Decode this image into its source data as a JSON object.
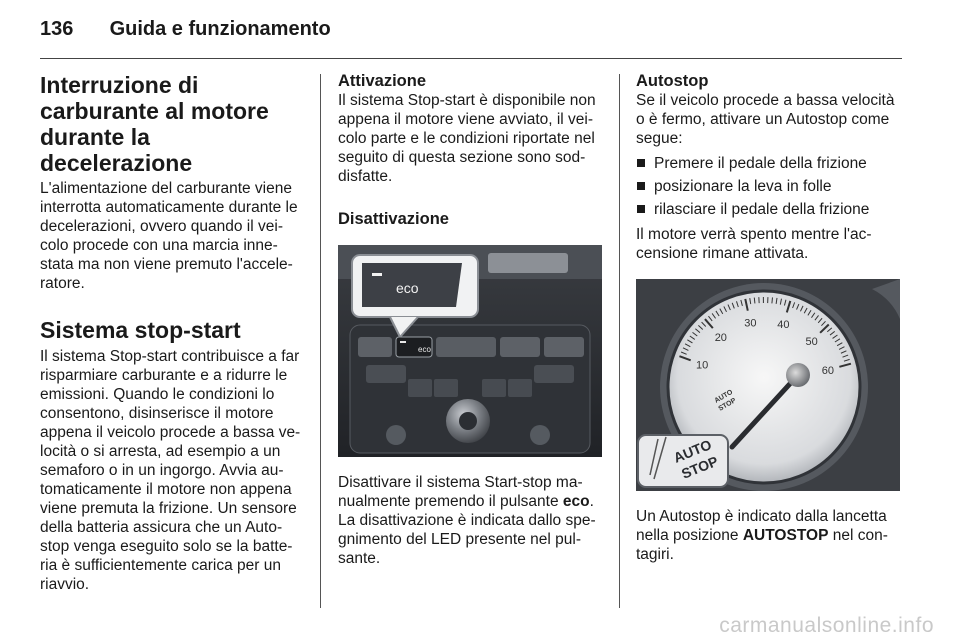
{
  "header": {
    "page_number": "136",
    "title": "Guida e funzionamento"
  },
  "col1": {
    "title": "Interruzione di carburante al motore durante la decelerazione",
    "body1": "L'alimentazione del carburante viene interrotta automaticamente durante le decelerazioni, ovvero quando il vei-colo procede con una marcia inne-stata ma non viene premuto l'accele-ratore.",
    "title2": "Sistema stop-start",
    "body2": "Il sistema Stop-start contribuisce a far risparmiare carburante e a ridurre le emissioni. Quando le condizioni lo consentono, disinserisce il motore appena il veicolo procede a bassa ve-locità o si arresta, ad esempio a un semaforo o in un ingorgo. Avvia au-tomaticamente il motore non appena viene premuta la frizione. Un sensore della batteria assicura che un Auto-stop venga eseguito solo se la batte-ria è sufficientemente carica per un riavvio."
  },
  "col2": {
    "heading1": "Attivazione",
    "body1": "Il sistema Stop-start è disponibile non appena il motore viene avviato, il vei-colo parte e le condizioni riportate nel seguito di questa sezione sono sod-disfatte.",
    "heading2": "Disattivazione",
    "image_label": "eco",
    "caption_before": "Disattivare il sistema Start-stop ma-nualmente premendo il pulsante ",
    "caption_bold": "eco",
    "caption_after": ". La disattivazione è indicata dallo spe-gnimento del LED presente nel pul-sante."
  },
  "col3": {
    "heading": "Autostop",
    "body1": "Se il veicolo procede a bassa velocità o è fermo, attivare un Autostop come segue:",
    "bullets": [
      "Premere il pedale della frizione",
      "posizionare la leva in folle",
      "rilasciare il pedale della frizione"
    ],
    "body2": "Il motore verrà spento mentre l'ac-censione rimane attivata.",
    "gauge_ticks": [
      "10",
      "20",
      "30",
      "40",
      "50",
      "60"
    ],
    "gauge_mark_line1": "AUTO",
    "gauge_mark_line2": "STOP",
    "callout_line1": "AUTO",
    "callout_line2": "STOP",
    "caption_before": "Un Autostop è indicato dalla lancetta nella posizione ",
    "caption_bold": "AUTOSTOP",
    "caption_after": " nel con-tagiri."
  },
  "watermark": "carmanualsonline.info"
}
